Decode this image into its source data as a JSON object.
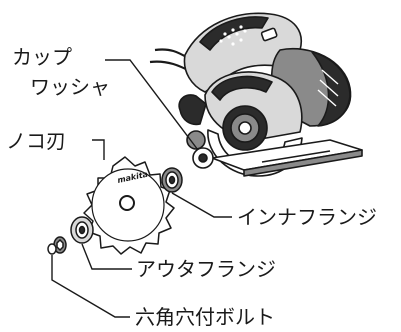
{
  "labels": {
    "cup_washer_line1": "カップ",
    "cup_washer_line2": "ワッシャ",
    "saw_blade": "ノコ刃",
    "inner_flange": "インナフランジ",
    "outer_flange": "アウタフランジ",
    "hex_bolt": "六角穴付ボルト"
  },
  "blade_brand": "makita",
  "colors": {
    "line": "#1a1a1a",
    "fill_light": "#ffffff",
    "fill_dark": "#2b2b2b",
    "fill_mid": "#8a8a8a",
    "fill_pale": "#d9d9d9"
  }
}
